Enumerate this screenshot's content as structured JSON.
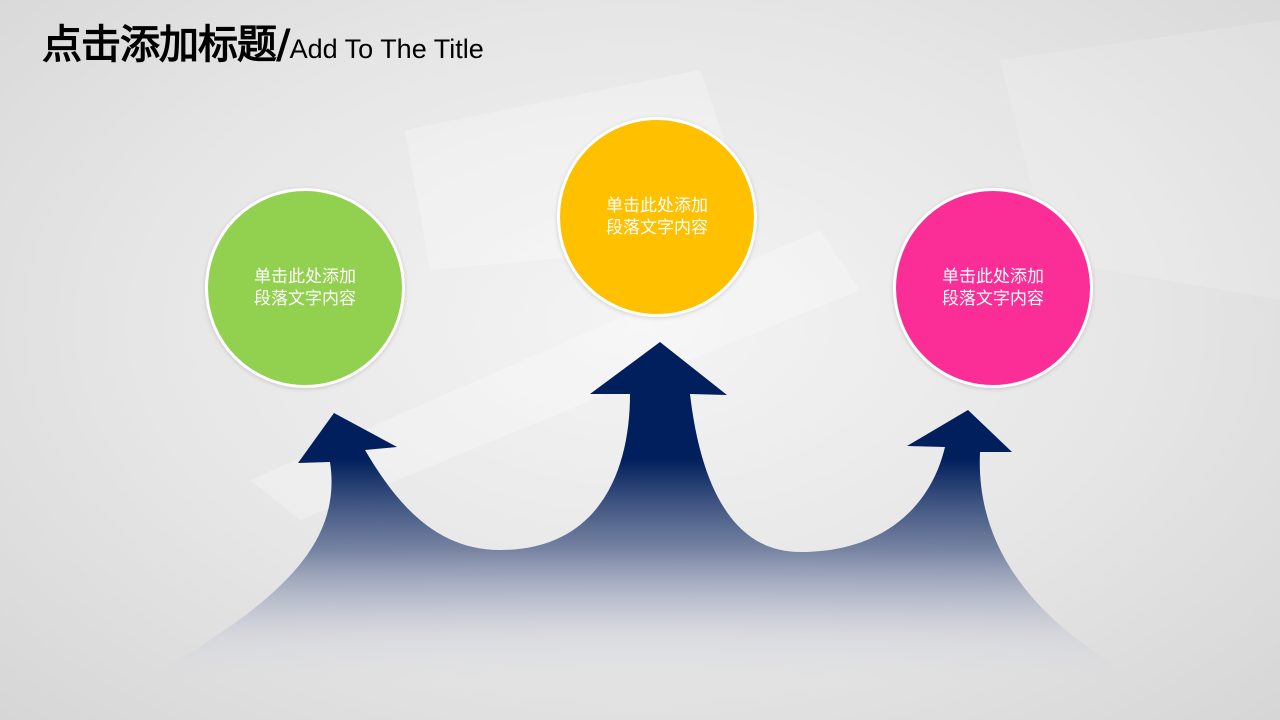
{
  "title": {
    "cn": "点击添加标题/",
    "en": "Add To The Title"
  },
  "circles": [
    {
      "line1": "单击此处添加",
      "line2": "段落文字内容",
      "color": "#92d050"
    },
    {
      "line1": "单击此处添加",
      "line2": "段落文字内容",
      "color": "#ffc000"
    },
    {
      "line1": "单击此处添加",
      "line2": "段落文字内容",
      "color": "#fa2e96"
    }
  ],
  "arrow_color": "#001f5c"
}
